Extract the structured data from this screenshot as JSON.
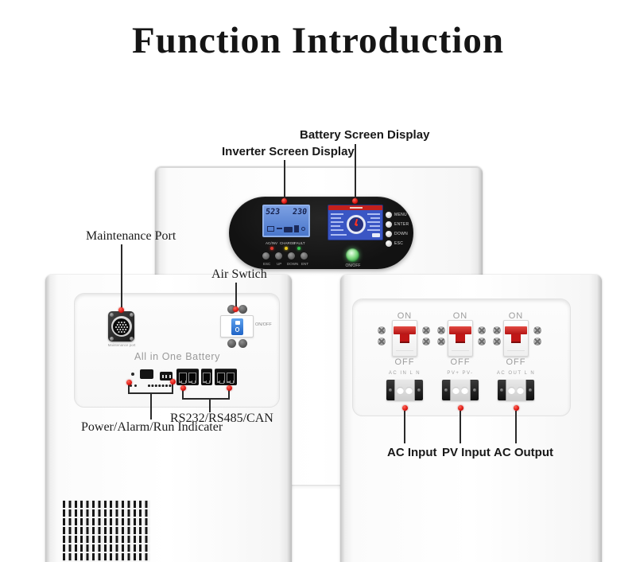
{
  "title": "Function Introduction",
  "callouts": {
    "battery_screen": "Battery Screen Display",
    "inverter_screen": "Inverter Screen Display",
    "maintenance_port": "Maintenance Port",
    "air_switch": "Air Swtich",
    "rs232": "RS232/RS485/CAN",
    "indicator": "Power/Alarm/Run Indicater",
    "ac_input": "AC Input",
    "pv_input": "PV Input",
    "ac_output": "AC Output"
  },
  "control_panel": {
    "inverter_lcd": {
      "left_value": "523",
      "right_value": "230"
    },
    "menu_buttons": [
      "MENU",
      "ENTER",
      "DOWN",
      "ESC"
    ],
    "status_leds": [
      {
        "label": "AC/INV",
        "color": "#e23a2e"
      },
      {
        "label": "CHARGE",
        "color": "#e8c71f"
      },
      {
        "label": "FAULT",
        "color": "#37c24e"
      }
    ],
    "nav_buttons": [
      "ESC",
      "UP",
      "DOWN",
      "ENT"
    ],
    "power_button_label": "ON/OFF"
  },
  "battery_unit": {
    "maintenance_port_label": "Maintenance port",
    "breaker_label": "ON/OFF",
    "name": "All in One Battery"
  },
  "breaker_unit": {
    "on_label": "ON",
    "off_label": "OFF",
    "terminals": [
      "AC IN L N",
      "PV+ PV-",
      "AC OUT L N"
    ]
  },
  "colors": {
    "callout_marker": "#dd1410",
    "panel_black": "#141414",
    "lcd_blue": "#4a77cc",
    "lcd_header_red": "#c3201c",
    "power_button_green": "#2c8f3e",
    "breaker_red": "#c01616"
  }
}
